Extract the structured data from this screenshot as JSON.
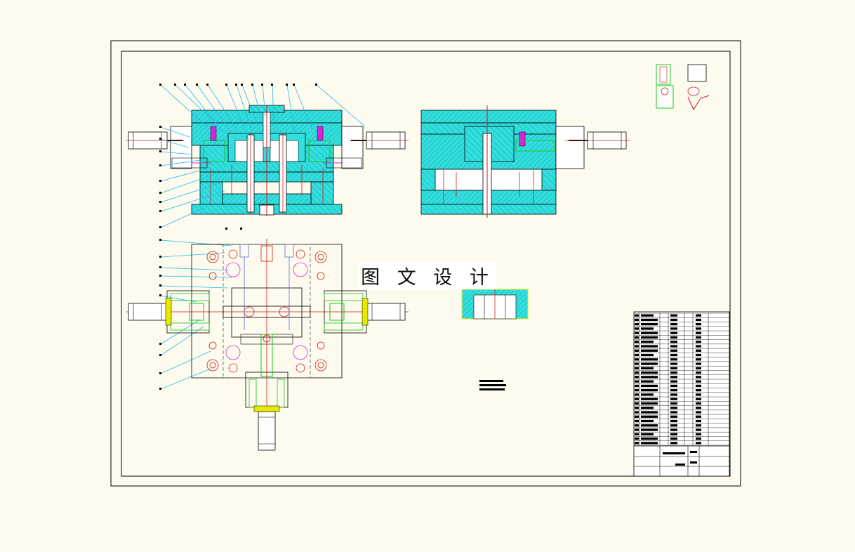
{
  "watermark": {
    "text": "图 文 设 计"
  },
  "colors": {
    "background": "#fdfbee",
    "plate": "#33dede",
    "hatch": "#1aa8a8",
    "centerline": "#d01818",
    "leader": "#22b8ee",
    "outline": "#000000",
    "green": "#1cc41c",
    "magenta": "#dd22dd",
    "yellow": "#e8e800"
  },
  "drawing": {
    "views": [
      "front-section-view",
      "side-section-view",
      "top-plan-view",
      "detail-view",
      "product-isometric-views"
    ],
    "title_block": {
      "bom_rows": 30
    }
  }
}
